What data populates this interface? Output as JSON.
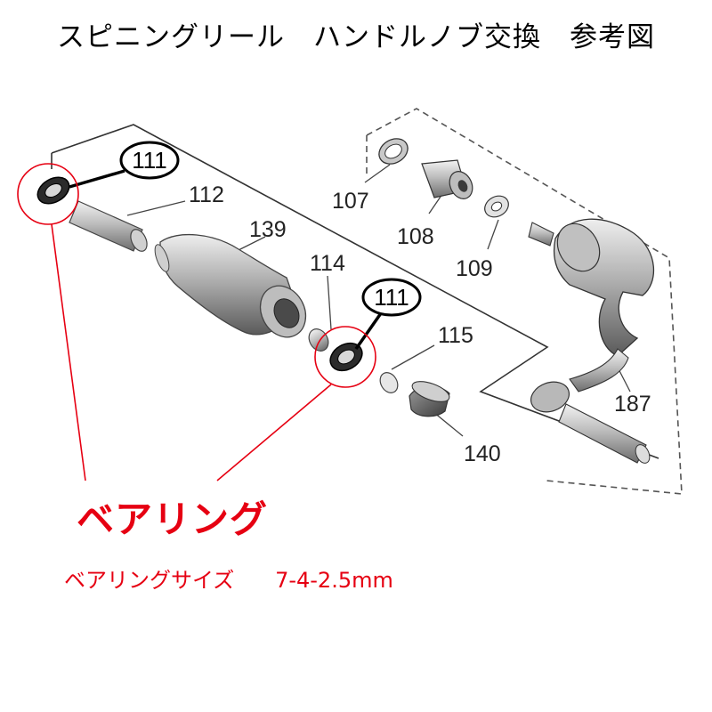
{
  "title": "スピニングリール　ハンドルノブ交換　参考図",
  "part_labels": {
    "p111a": "111",
    "p112": "112",
    "p139": "139",
    "p114": "114",
    "p111b": "111",
    "p115": "115",
    "p140": "140",
    "p107": "107",
    "p108": "108",
    "p109": "109",
    "p187": "187"
  },
  "callout": {
    "title": "ベアリング",
    "size_label": "ベアリングサイズ",
    "size_value": "7-4-2.5mm",
    "color": "#e60012"
  }
}
